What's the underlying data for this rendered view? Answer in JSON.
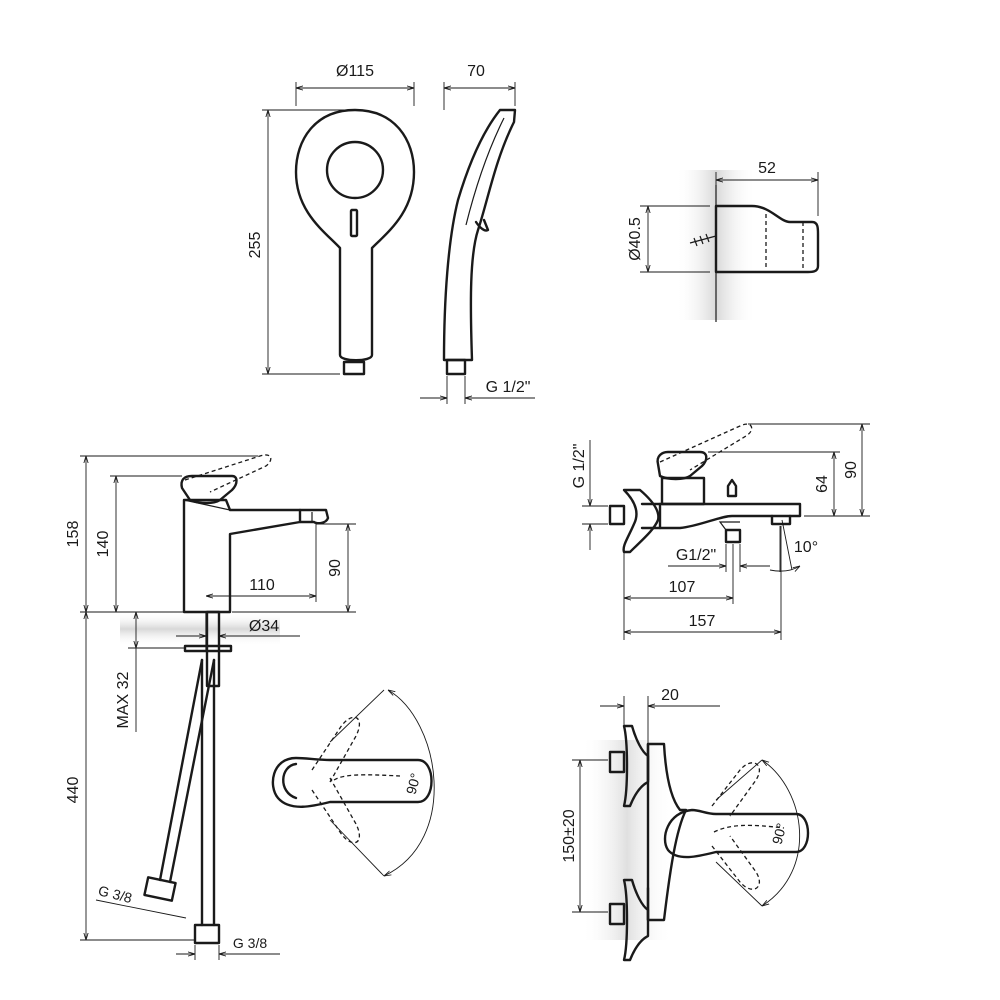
{
  "hand_shower": {
    "diameter": "Ø115",
    "depth": "70",
    "length": "255",
    "thread": "G 1/2\""
  },
  "holder": {
    "length": "52",
    "diameter": "Ø40.5"
  },
  "basin_mixer": {
    "total_height": "158",
    "lever_height": "140",
    "spout_height": "90",
    "reach": "110",
    "base_diameter": "Ø34",
    "max_thickness": "MAX 32",
    "hose_length": "440",
    "hose_thread_left": "G 3/8",
    "hose_thread_bottom": "G 3/8",
    "lever_rotation": "90°"
  },
  "bath_mixer_side": {
    "inlet_thread": "G 1/2\"",
    "body_height": "64",
    "total_height": "90",
    "outlet_thread": "G1/2\"",
    "spout_angle": "10°",
    "outlet_distance": "107",
    "total_length": "157"
  },
  "bath_mixer_front": {
    "depth": "20",
    "inlet_spacing": "150±20",
    "lever_rotation": "90°"
  }
}
